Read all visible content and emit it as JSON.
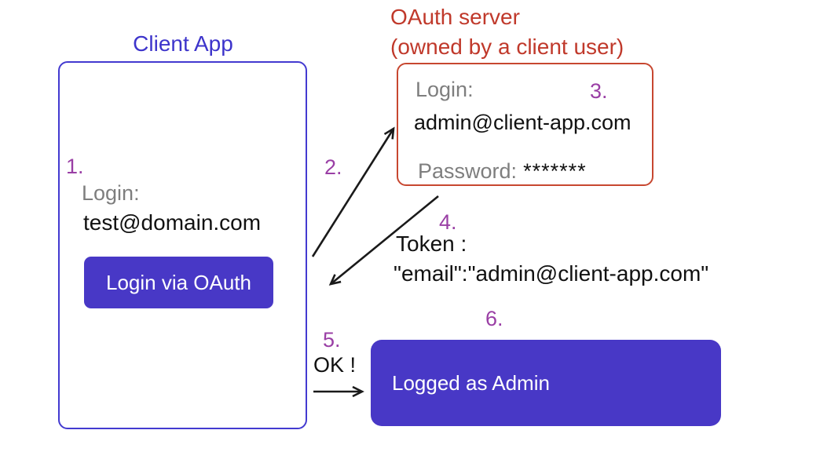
{
  "colors": {
    "accent_blue": "#3d34cb",
    "accent_indigo": "#4838c6",
    "accent_red": "#c0392b",
    "step_purple": "#9a3fa5",
    "muted_gray": "#7e7e7e",
    "arrow_black": "#1a1a1a"
  },
  "client_app": {
    "title": "Client App",
    "step1": "1.",
    "login_label": "Login:",
    "login_value": "test@domain.com",
    "button_label": "Login via OAuth"
  },
  "oauth_server": {
    "title_line1": "OAuth server",
    "title_line2": "(owned by a client user)",
    "step3": "3.",
    "login_label": "Login:",
    "login_value": "admin@client-app.com",
    "password_label": "Password:",
    "password_value": "*******"
  },
  "flow": {
    "step2": "2.",
    "step4": "4.",
    "token_line1": "Token :",
    "token_line2": "\"email\":\"admin@client-app.com\"",
    "step5": "5.",
    "ok_label": "OK !",
    "step6": "6.",
    "result_label": "Logged as Admin"
  }
}
